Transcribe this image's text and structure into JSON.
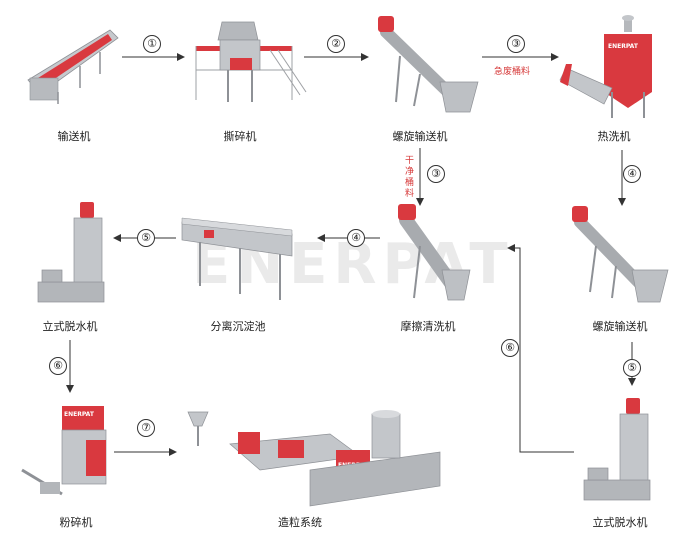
{
  "watermark": "ENERPAT",
  "machine_brand": "ENERPAT",
  "colors": {
    "accent": "#d9393f",
    "metal": "#b9bcc0",
    "line": "#333333"
  },
  "machines": [
    {
      "id": "conveyor",
      "label": "输送机"
    },
    {
      "id": "shredder",
      "label": "撕碎机"
    },
    {
      "id": "screw-1",
      "label": "螺旋输送机"
    },
    {
      "id": "hot-wash",
      "label": "热洗机"
    },
    {
      "id": "screw-2",
      "label": "螺旋输送机"
    },
    {
      "id": "friction",
      "label": "摩擦清洗机"
    },
    {
      "id": "sink-float",
      "label": "分离沉淀池"
    },
    {
      "id": "dewater-1",
      "label": "立式脱水机"
    },
    {
      "id": "dewater-2",
      "label": "立式脱水机"
    },
    {
      "id": "crusher",
      "label": "粉碎机"
    },
    {
      "id": "pelletizer",
      "label": "造粒系统"
    }
  ],
  "steps": [
    "①",
    "②",
    "③",
    "③",
    "④",
    "④",
    "⑤",
    "⑤",
    "⑥",
    "⑥",
    "⑦"
  ],
  "notes": {
    "dirty": "急废桶料",
    "clean": "干净桶料"
  }
}
